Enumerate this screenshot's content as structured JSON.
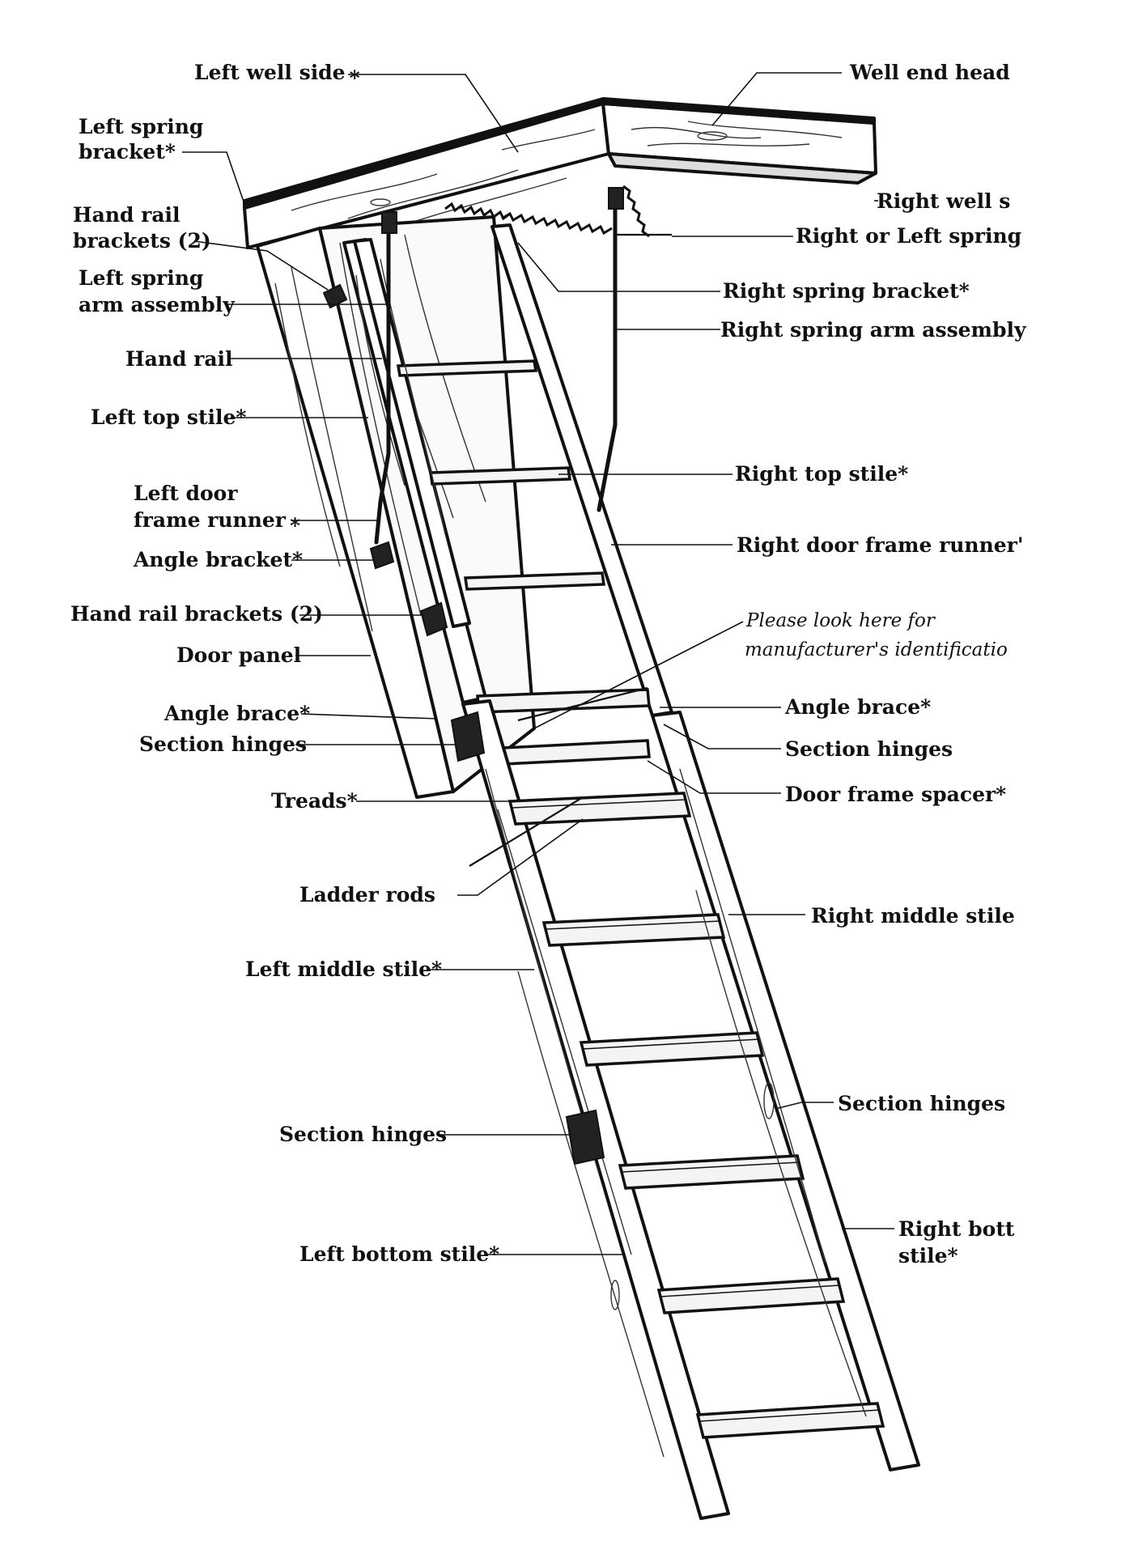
{
  "diagram": {
    "labels": [
      {
        "id": "left-well-side",
        "text": "Left well side ⁎"
      },
      {
        "id": "well-end-header",
        "text": "Well end head"
      },
      {
        "id": "left-spring-bracket-1",
        "text": "Left spring"
      },
      {
        "id": "left-spring-bracket-2",
        "text": "bracket*"
      },
      {
        "id": "right-well-side",
        "text": "Right well s"
      },
      {
        "id": "hand-rail-brackets-top-1",
        "text": "Hand rail"
      },
      {
        "id": "hand-rail-brackets-top-2",
        "text": "brackets (2)"
      },
      {
        "id": "right-or-left-spring",
        "text": "Right or Left spring"
      },
      {
        "id": "left-spring-arm-1",
        "text": "Left spring"
      },
      {
        "id": "left-spring-arm-2",
        "text": "arm assembly"
      },
      {
        "id": "right-spring-bracket",
        "text": "Right spring bracket*"
      },
      {
        "id": "right-spring-arm",
        "text": "Right spring arm assembly"
      },
      {
        "id": "hand-rail",
        "text": "Hand rail"
      },
      {
        "id": "left-top-stile",
        "text": "Left top stile*"
      },
      {
        "id": "right-top-stile",
        "text": "Right top stile*"
      },
      {
        "id": "left-door-frame-runner-1",
        "text": "Left door"
      },
      {
        "id": "left-door-frame-runner-2",
        "text": "frame runner ⁎"
      },
      {
        "id": "right-door-frame-runner",
        "text": "Right door frame runner'"
      },
      {
        "id": "angle-bracket",
        "text": "Angle bracket*"
      },
      {
        "id": "hand-rail-brackets-mid",
        "text": "Hand rail brackets (2)"
      },
      {
        "id": "please-look-1",
        "text": "Please look here for"
      },
      {
        "id": "please-look-2",
        "text": "manufacturer's identificatio"
      },
      {
        "id": "door-panel",
        "text": "Door panel"
      },
      {
        "id": "angle-brace-left",
        "text": "Angle brace*"
      },
      {
        "id": "angle-brace-right",
        "text": "Angle brace*"
      },
      {
        "id": "section-hinges-left",
        "text": "Section hinges"
      },
      {
        "id": "section-hinges-right",
        "text": "Section hinges"
      },
      {
        "id": "treads",
        "text": "Treads*"
      },
      {
        "id": "door-frame-spacer",
        "text": "Door frame spacer*"
      },
      {
        "id": "ladder-rods",
        "text": "Ladder rods"
      },
      {
        "id": "right-middle-stile",
        "text": "Right middle stile"
      },
      {
        "id": "left-middle-stile",
        "text": "Left middle stile*"
      },
      {
        "id": "section-hinges-lower-right",
        "text": "Section hinges"
      },
      {
        "id": "section-hinges-lower-left",
        "text": "Section hinges"
      },
      {
        "id": "right-bottom-stile-1",
        "text": "Right bott"
      },
      {
        "id": "right-bottom-stile-2",
        "text": "stile*"
      },
      {
        "id": "left-bottom-stile",
        "text": "Left bottom stile*"
      }
    ]
  }
}
